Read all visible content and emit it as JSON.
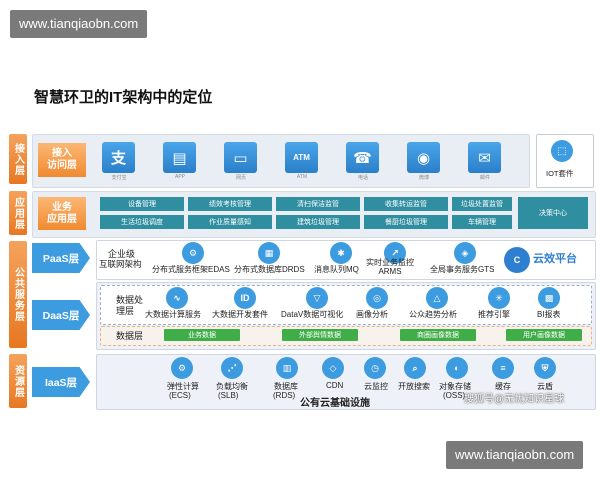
{
  "watermark_top": "www.tianqiaobn.com",
  "watermark_bottom": "www.tianqiaobn.com",
  "title": "智慧环卫的IT架构中的定位",
  "layers": {
    "access": "接入层",
    "application": "应用层",
    "public_service": "公共服务层",
    "resource": "资源层"
  },
  "access": {
    "label_line1": "接入",
    "label_line2": "访问层",
    "channels": [
      "支付宝",
      "APP",
      "网页",
      "ATM",
      "电话",
      "微博",
      "邮件"
    ],
    "iot": "IOT套件"
  },
  "business": {
    "label_line1": "业务",
    "label_line2": "应用层",
    "row1": [
      "设备管理",
      "绩效考核管理",
      "清扫保洁监管",
      "收集转运监管",
      "垃圾处置监管"
    ],
    "row2": [
      "生活垃圾调度",
      "作业质量感知",
      "建筑垃圾管理",
      "餐厨垃圾管理",
      "车辆管理"
    ],
    "decision": "决策中心"
  },
  "paas": {
    "tab": "PaaS层",
    "arch_line1": "企业级",
    "arch_line2": "互联网架构",
    "services": [
      "分布式服务框架EDAS",
      "分布式数据库DRDS",
      "消息队列MQ",
      "实时业务监控ARMS",
      "全局事务服务GTS"
    ],
    "platform": "云效平台"
  },
  "daas": {
    "tab": "DaaS层",
    "processing_line1": "数据处",
    "processing_line2": "理层",
    "services": [
      "大数据计算服务",
      "大数据开发套件",
      "DataV数据可视化",
      "画像分析",
      "公众趋势分析",
      "推荐引擎",
      "BI报表"
    ],
    "data_layer": "数据层",
    "data_items": [
      "业务数据",
      "外部舆情数据",
      "商圈画像数据",
      "用户画像数据"
    ]
  },
  "iaas": {
    "tab": "IaaS层",
    "items": [
      {
        "line1": "弹性计算",
        "line2": "(ECS)"
      },
      {
        "line1": "负载均衡",
        "line2": "(SLB)"
      },
      {
        "line1": "数据库",
        "line2": "(RDS)"
      },
      {
        "line1": "CDN",
        "line2": ""
      },
      {
        "line1": "云监控",
        "line2": ""
      },
      {
        "line1": "开放搜索",
        "line2": ""
      },
      {
        "line1": "对象存储",
        "line2": "(OSS)"
      },
      {
        "line1": "缓存",
        "line2": ""
      },
      {
        "line1": "云盾",
        "line2": ""
      }
    ],
    "footer": "公有云基础设施"
  },
  "source_watermark": "搜狐号@无忧知识星球",
  "colors": {
    "orange": "#f08a30",
    "blue": "#3d9be0",
    "teal": "#2f8ea0",
    "green": "#3fae48",
    "band_gray": "#e6eef6"
  }
}
